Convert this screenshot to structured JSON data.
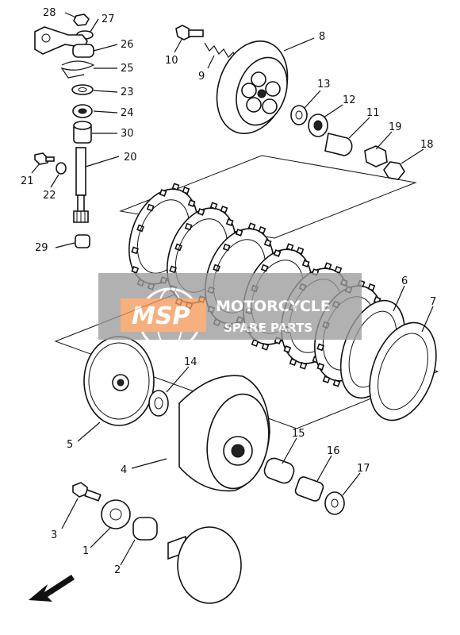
{
  "labels": {
    "p1": "1",
    "p2": "2",
    "p3": "3",
    "p4": "4",
    "p5": "5",
    "p6": "6",
    "p7": "7",
    "p8": "8",
    "p9": "9",
    "p10": "10",
    "p11": "11",
    "p12": "12",
    "p13": "13",
    "p14": "14",
    "p15": "15",
    "p16": "16",
    "p17": "17",
    "p18": "18",
    "p19": "19",
    "p20": "20",
    "p21": "21",
    "p22": "22",
    "p23": "23",
    "p24": "24",
    "p25": "25",
    "p26": "26",
    "p27": "27",
    "p28": "28",
    "p29": "29",
    "p30": "30"
  },
  "watermark": {
    "logo": "MSP",
    "line1": "MOTORCYCLE",
    "line2": "SPARE PARTS"
  }
}
